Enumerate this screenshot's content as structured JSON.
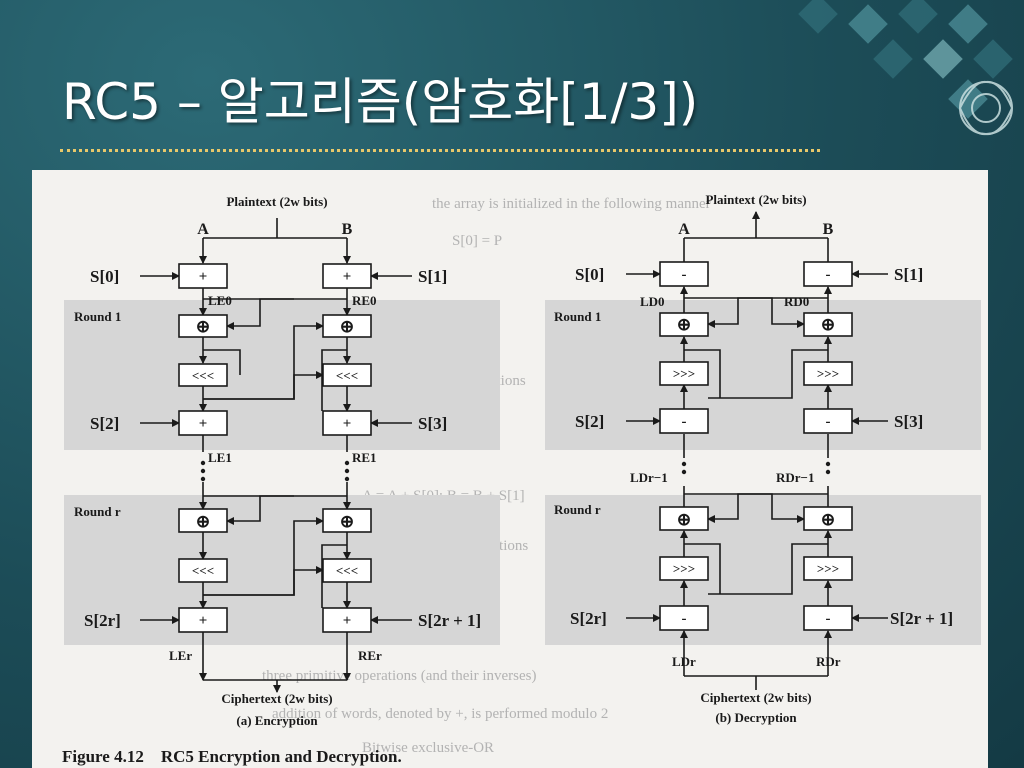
{
  "slide": {
    "title": "RC5 – 알고리즘(암호화[1/3])"
  },
  "encryption": {
    "plaintext": "Plaintext (2w bits)",
    "a": "A",
    "b": "B",
    "s0": "S[0]",
    "s1": "S[1]",
    "s2": "S[2]",
    "s3": "S[3]",
    "s2r": "S[2r]",
    "s2r1": "S[2r + 1]",
    "le0": "LE0",
    "re0": "RE0",
    "le1": "LE1",
    "re1": "RE1",
    "ler": "LEr",
    "rer": "REr",
    "round1": "Round 1",
    "roundr": "Round r",
    "ciphertext": "Ciphertext (2w bits)",
    "caption": "(a) Encryption",
    "op_add": "+",
    "op_xor": "⊕",
    "op_rotl": "<<<"
  },
  "decryption": {
    "plaintext": "Plaintext (2w bits)",
    "a": "A",
    "b": "B",
    "s0": "S[0]",
    "s1": "S[1]",
    "s2": "S[2]",
    "s3": "S[3]",
    "s2r": "S[2r]",
    "s2r1": "S[2r + 1]",
    "ld0": "LD0",
    "rd0": "RD0",
    "ldr1": "LDr−1",
    "rdr1": "RDr−1",
    "ldr": "LDr",
    "rdr": "RDr",
    "round1": "Round 1",
    "roundr": "Round r",
    "ciphertext": "Ciphertext (2w bits)",
    "caption": "(b) Decryption",
    "op_sub": "-",
    "op_xor": "⊕",
    "op_rotr": ">>>"
  },
  "figure": {
    "caption": "Figure 4.12    RC5 Encryption and Decryption."
  },
  "colors": {
    "background": "#1d4f5a",
    "title": "#ffffff",
    "dotted_rule": "#e8c86a",
    "panel": "#f3f2ef",
    "round_shade": "#d6d6d6"
  }
}
